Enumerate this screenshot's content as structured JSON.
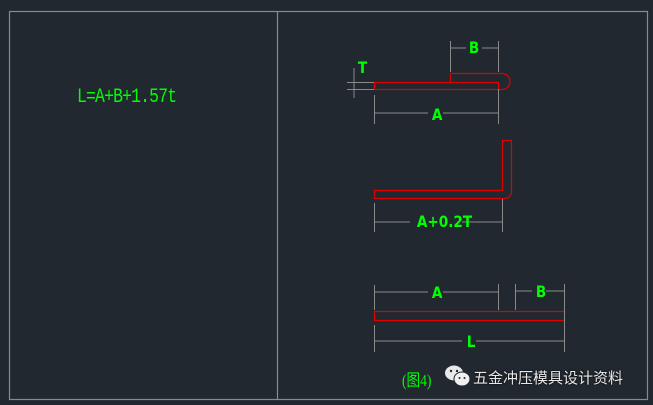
{
  "formula": "L=A+B+1.57t",
  "figures": {
    "fig1": {
      "thickness_label": "T",
      "dim_a": "A",
      "dim_b": "B"
    },
    "fig2": {
      "dim": "A+0.2T"
    },
    "fig3": {
      "dim_a": "A",
      "dim_b": "B",
      "dim_l": "L"
    }
  },
  "caption": "(图4)",
  "watermark": {
    "icon": "wechat-icon",
    "text": "五金冲压模具设计资料"
  },
  "colors": {
    "background": "#212830",
    "frame": "#8a8a8a",
    "part": "#e00000",
    "text": "#00ff00",
    "dimension": "#8a8a8a"
  }
}
